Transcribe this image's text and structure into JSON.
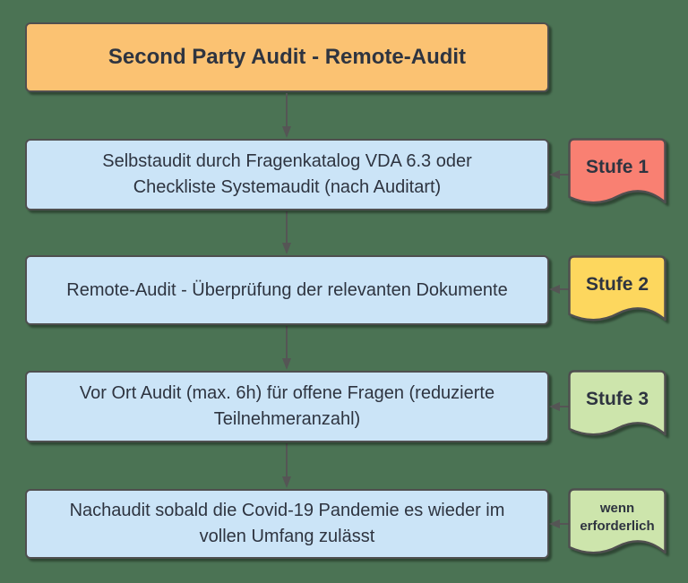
{
  "canvas": {
    "background": "#4B7354",
    "border_color": "#4F4F4F",
    "arrow_color": "#555555",
    "text_color": "#2E3440"
  },
  "title": {
    "label": "Second Party Audit - Remote-Audit",
    "fill": "#FBC272"
  },
  "steps": [
    {
      "label": "Selbstaudit durch Fragenkatalog VDA 6.3 oder\nCheckliste Systemaudit (nach Auditart)",
      "fill": "#CBE4F7",
      "badge": {
        "label": "Stufe 1",
        "fill": "#F98072"
      }
    },
    {
      "label": "Remote-Audit - Überprüfung der relevanten Dokumente",
      "fill": "#CBE4F7",
      "badge": {
        "label": "Stufe 2",
        "fill": "#FDD75E"
      }
    },
    {
      "label": "Vor Ort Audit (max. 6h) für offene Fragen (reduzierte\nTeilnehmeranzahl)",
      "fill": "#CBE4F7",
      "badge": {
        "label": "Stufe 3",
        "fill": "#CDE5AC"
      }
    },
    {
      "label": "Nachaudit sobald die Covid-19 Pandemie es wieder im\nvollen Umfang zulässt",
      "fill": "#CBE4F7",
      "badge": {
        "label": "wenn\nerforderlich",
        "fill": "#CDE5AC"
      }
    }
  ]
}
